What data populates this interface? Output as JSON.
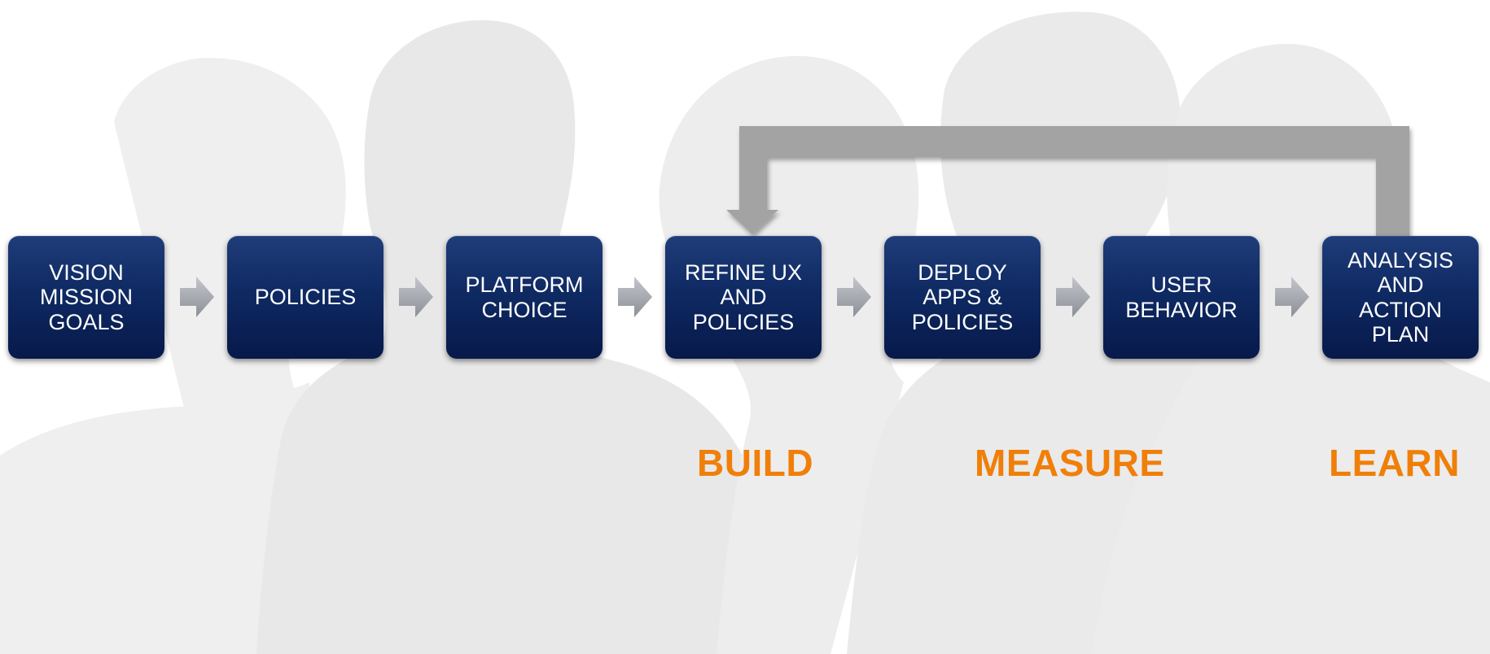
{
  "colors": {
    "box_top": "#1f3d7a",
    "box_bottom": "#07194a",
    "box_text": "#ffffff",
    "phase_label": "#f07f09",
    "arrow": "#a3a3a3",
    "silhouette": "#e9e9e9"
  },
  "steps": [
    {
      "label": "VISION\nMISSION\nGOALS"
    },
    {
      "label": "POLICIES"
    },
    {
      "label": "PLATFORM\nCHOICE"
    },
    {
      "label": "REFINE UX\nAND\nPOLICIES"
    },
    {
      "label": "DEPLOY\nAPPS &\nPOLICIES"
    },
    {
      "label": "USER\nBEHAVIOR"
    },
    {
      "label": "ANALYSIS\nAND\nACTION\nPLAN"
    }
  ],
  "phases": {
    "build": "BUILD",
    "measure": "MEASURE",
    "learn": "LEARN"
  },
  "icons": {
    "step_arrow": "right-arrow-icon",
    "feedback": "feedback-loop-arrow-icon",
    "background": "people-silhouettes"
  }
}
